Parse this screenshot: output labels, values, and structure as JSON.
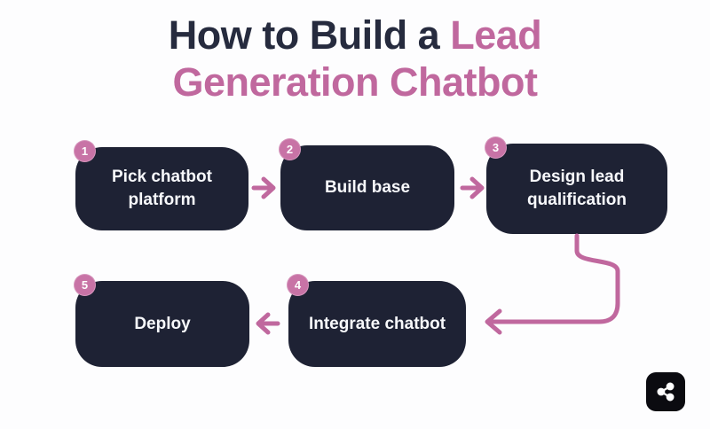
{
  "title": {
    "line1_dark": "How to Build a ",
    "line1_highlight": "Lead",
    "line2_highlight": "Generation Chatbot"
  },
  "steps": [
    {
      "number": "1",
      "label": "Pick chatbot platform"
    },
    {
      "number": "2",
      "label": "Build base"
    },
    {
      "number": "3",
      "label": "Design lead qualification"
    },
    {
      "number": "4",
      "label": "Integrate chatbot"
    },
    {
      "number": "5",
      "label": "Deploy"
    }
  ],
  "flow": {
    "connections": [
      "step1-to-step2-right-arrow",
      "step2-to-step3-right-arrow",
      "step3-to-step4-elbow-arrow",
      "step4-to-step5-left-arrow"
    ]
  },
  "icons": {
    "share": "share-icon"
  },
  "colors": {
    "accent_pink": "#c0689e",
    "badge_pink": "#c873a6",
    "box_navy": "#1e2234",
    "title_dark": "#262b3e",
    "text_white": "#f7f8fb",
    "icon_black": "#0b0b10",
    "background": "#fdfdfe"
  }
}
